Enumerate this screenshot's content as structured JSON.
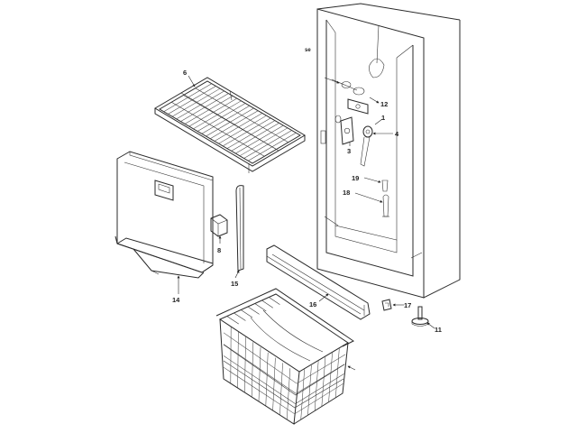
{
  "parts": [
    {
      "id": "shelf",
      "callout": "6"
    },
    {
      "id": "bin-front",
      "callout": "14"
    },
    {
      "id": "clip",
      "callout": "8"
    },
    {
      "id": "rod",
      "callout": "15"
    },
    {
      "id": "kick-plate",
      "callout": "16"
    },
    {
      "id": "basket",
      "callout": ""
    },
    {
      "id": "leveler-clip",
      "callout": "17"
    },
    {
      "id": "leveler-foot",
      "callout": "11"
    },
    {
      "id": "hinge-bracket",
      "callout": "12"
    },
    {
      "id": "hinge-pin",
      "callout": "1"
    },
    {
      "id": "door-stop",
      "callout": "4"
    },
    {
      "id": "catch",
      "callout": "3"
    },
    {
      "id": "pin-top",
      "callout": "19"
    },
    {
      "id": "pin-bottom",
      "callout": "18"
    }
  ],
  "stray_mark": "se",
  "colors": {
    "line": "#2a2a2a",
    "fill": "#f2f2f2",
    "background": "#ffffff"
  }
}
